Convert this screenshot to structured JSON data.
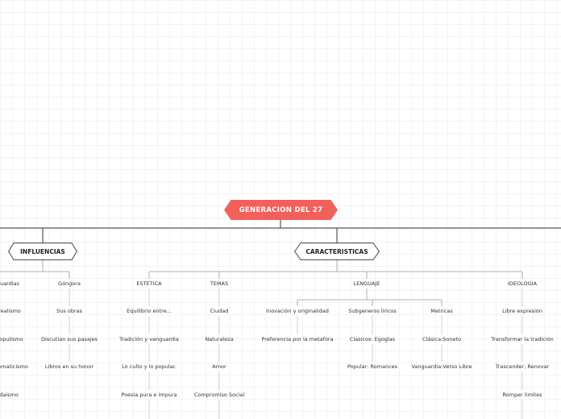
{
  "root": {
    "label": "GENERACION DEL 27"
  },
  "branches": {
    "influencias": {
      "label": "INFLUENCIAS",
      "vanguardias": [
        "guardias",
        "realismo",
        "opulismo",
        "omaticismo",
        "daismo"
      ],
      "gongora": [
        "Góngora",
        "Sus obras",
        "Discutian sus pasajes",
        "Libros en su honor"
      ]
    },
    "caracteristicas": {
      "label": "CARACTERISTICAS",
      "estetica": [
        "ESTETICA",
        "Equilibrio entre...",
        "Tradición y vanguardia",
        "Lo culto y lo popular.",
        "Poesia pura e impura"
      ],
      "temas": [
        "TEMAS",
        "Ciudad",
        "Naturaleza",
        "Amor",
        "Compromiso Social"
      ],
      "lenguaje": {
        "label": "LENGUAJE",
        "innovacion": [
          "Inovación y originalidad",
          "Preferencia por la metafora"
        ],
        "subgeneros": [
          "Subgeneros líricos",
          "Clasicos: Egoglas",
          "Popular: Romances"
        ],
        "metricas": [
          "Metricas",
          "Clásica:Soneto",
          "Vanguardia:Verso Libre"
        ]
      },
      "ideologia": [
        "IDEOLOGIA",
        "Libre expresión",
        "Transformar la tradición",
        "Trascender, Renovar",
        "Romper limites"
      ]
    }
  },
  "colors": {
    "root_fill": "#f2605b",
    "line": "#555555",
    "leaf_line": "#b0b0b0"
  }
}
